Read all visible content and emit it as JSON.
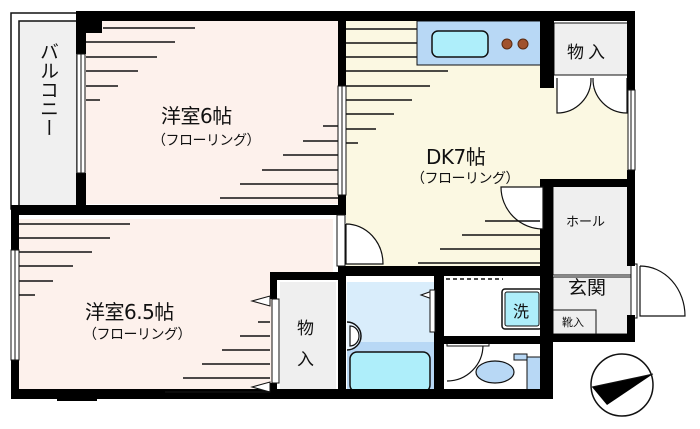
{
  "floorplan": {
    "title": "1DK floor plan",
    "colors": {
      "western_room": "#fdf1ec",
      "dk": "#fbf8e2",
      "storage": "#efefef",
      "bath": "#d9edfb",
      "kitchen_counter": "#b8d8f5",
      "sink": "#aeeefa",
      "stove": "#a0522d",
      "wall": "#000000"
    },
    "rooms": {
      "balcony": {
        "label": "バルコニー"
      },
      "western1": {
        "name": "洋室6帖",
        "floor": "（フローリング）",
        "size_jo": 6
      },
      "western2": {
        "name": "洋室6.5帖",
        "floor": "（フローリング）",
        "size_jo": 6.5
      },
      "dk": {
        "name": "DK7帖",
        "floor": "（フローリング）",
        "size_jo": 7
      },
      "closet_top": {
        "label": "物入"
      },
      "closet_mid": {
        "label_line1": "物",
        "label_line2": "入"
      },
      "hall": {
        "label": "ホール"
      },
      "entrance": {
        "label": "玄関"
      },
      "shoe_storage": {
        "label": "靴入"
      },
      "washer": {
        "label": "洗"
      }
    },
    "icons": {
      "compass": "north-arrow-icon"
    }
  }
}
